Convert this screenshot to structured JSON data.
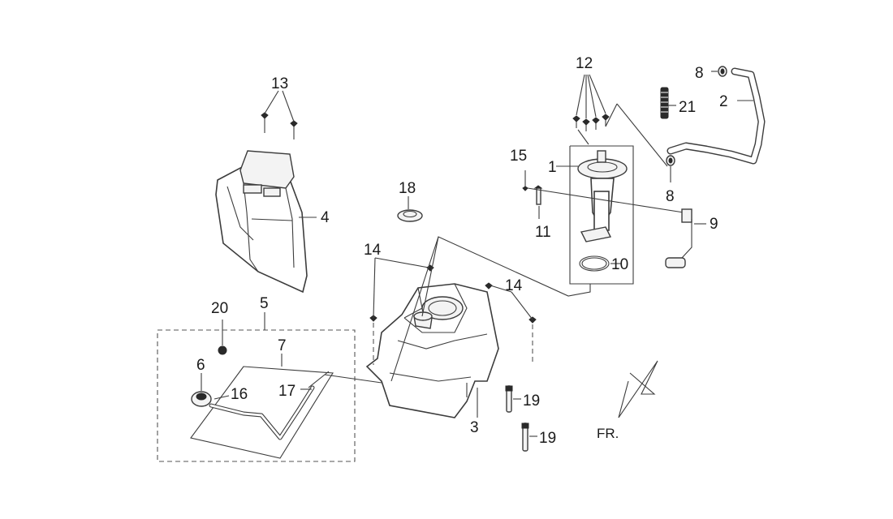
{
  "callouts": {
    "c1": "1",
    "c2": "2",
    "c3": "3",
    "c4": "4",
    "c5": "5",
    "c6": "6",
    "c7": "7",
    "c8a": "8",
    "c8b": "8",
    "c9": "9",
    "c10": "10",
    "c11": "11",
    "c12": "12",
    "c13": "13",
    "c14a": "14",
    "c14b": "14",
    "c15": "15",
    "c16": "16",
    "c17": "17",
    "c18": "18",
    "c19a": "19",
    "c19b": "19",
    "c20": "20",
    "c21": "21"
  },
  "direction_label": "FR."
}
